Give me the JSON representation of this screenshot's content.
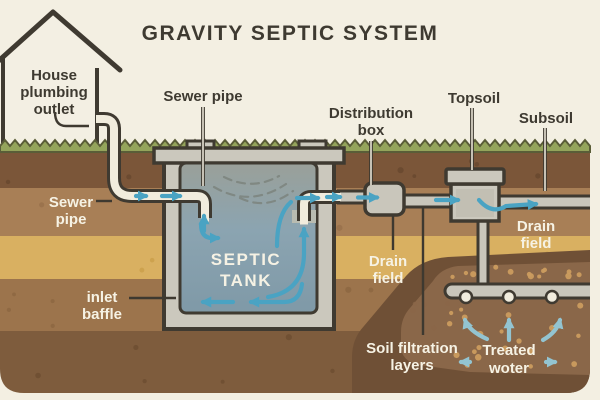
{
  "title": "GRAVITY SEPTIC SYSTEM",
  "labels": {
    "house_outlet": {
      "lines": [
        "House",
        "plumbing",
        "outlet"
      ]
    },
    "sewer_pipe_top": {
      "lines": [
        "Sewer pipe"
      ]
    },
    "sewer_pipe_left": {
      "lines": [
        "Sewer",
        "pipe"
      ]
    },
    "septic_tank": {
      "lines": [
        "SEPTIC",
        "TANK"
      ]
    },
    "inlet_baffle": {
      "lines": [
        "inlet",
        "baffle"
      ]
    },
    "distribution_box": {
      "lines": [
        "Distribution",
        "box"
      ]
    },
    "drain_field_1": {
      "lines": [
        "Drain",
        "field"
      ]
    },
    "topsoil": {
      "lines": [
        "Topsoil"
      ]
    },
    "subsoil": {
      "lines": [
        "Subsoil"
      ]
    },
    "drain_field_2": {
      "lines": [
        "Drain",
        "field"
      ]
    },
    "soil_filtration": {
      "lines": [
        "Soil filtration",
        "layers"
      ]
    },
    "treated_water": {
      "lines": [
        "Treated",
        "woter"
      ]
    }
  },
  "colors": {
    "background": "#f3efe2",
    "outline": "#3f3a31",
    "label_dark": "#3e3a31",
    "label_light": "#f6f2e4",
    "grass": "#94a45b",
    "grass_edge": "#5a5d38",
    "topsoil_layer": "#7b5639",
    "subsoil_layer": "#a87f56",
    "sand_layer": "#d9b061",
    "clay_layer": "#9c744c",
    "deep_soil_layer": "#7e5c3d",
    "trench_soil": "#6f5036",
    "gravel_soil": "#8a6749",
    "gravel_dot": "#cb9c5f",
    "concrete": "#cbc8bd",
    "pipe_gray": "#c9c6bb",
    "pipe_cream": "#f1ecdd",
    "tank_water_top": "#9aa099",
    "tank_water_bottom": "#7f99a7",
    "flow_arrow": "#4aa3c3",
    "treated_arrow": "#93c4d1"
  }
}
